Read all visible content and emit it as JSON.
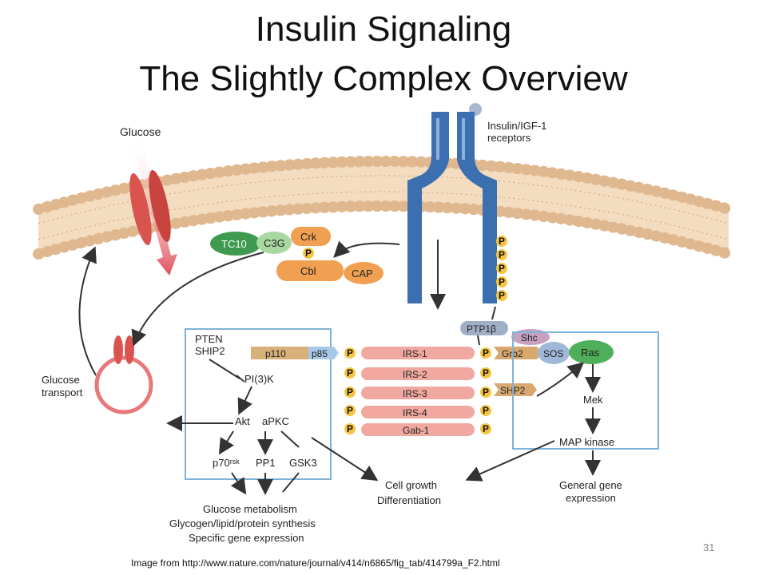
{
  "slide": {
    "title_line1": "Insulin Signaling",
    "title_line2": "The Slightly Complex Overview",
    "page_number": "31",
    "credit": "Image from http://www.nature.com/nature/journal/v414/n6865/fig_tab/414799a_F2.html"
  },
  "labels": {
    "glucose": "Glucose",
    "receptor_1": "Insulin/IGF-1",
    "receptor_2": "receptors",
    "glucose_transport_1": "Glucose",
    "glucose_transport_2": "transport",
    "tc10": "TC10",
    "c3g": "C3G",
    "crk": "Crk",
    "cbl": "Cbl",
    "cap": "CAP",
    "p": "P",
    "ptp1b": "PTP1β",
    "shc": "Shc",
    "grb2": "Grb2",
    "sos": "SOS",
    "ras": "Ras",
    "shp2": "SHP2",
    "pten": "PTEN",
    "ship2": "SHIP2",
    "p110": "p110",
    "p85": "p85",
    "pi3k": "PI(3)K",
    "akt": "Akt",
    "apkc": "aPKC",
    "p70rsk": "p70ʳˢᵏ",
    "pp1": "PP1",
    "gsk3": "GSK3",
    "irs1": "IRS-1",
    "irs2": "IRS-2",
    "irs3": "IRS-3",
    "irs4": "IRS-4",
    "gab1": "Gab-1",
    "mek": "Mek",
    "map_kinase": "MAP kinase",
    "general_gene_1": "General gene",
    "general_gene_2": "expression",
    "cell_growth_1": "Cell growth",
    "cell_growth_2": "Differentiation",
    "metab_1": "Glucose metabolism",
    "metab_2": "Glycogen/lipid/protein synthesis",
    "metab_3": "Specific gene expression"
  },
  "colors": {
    "membrane_head": "#e8c49a",
    "receptor": "#3b6fb0",
    "tc10": "#3e9a4f",
    "orange_protein": "#f0a050",
    "irs": "#f0a8a0",
    "ras": "#4fae5a",
    "glut": "#d9534f"
  }
}
